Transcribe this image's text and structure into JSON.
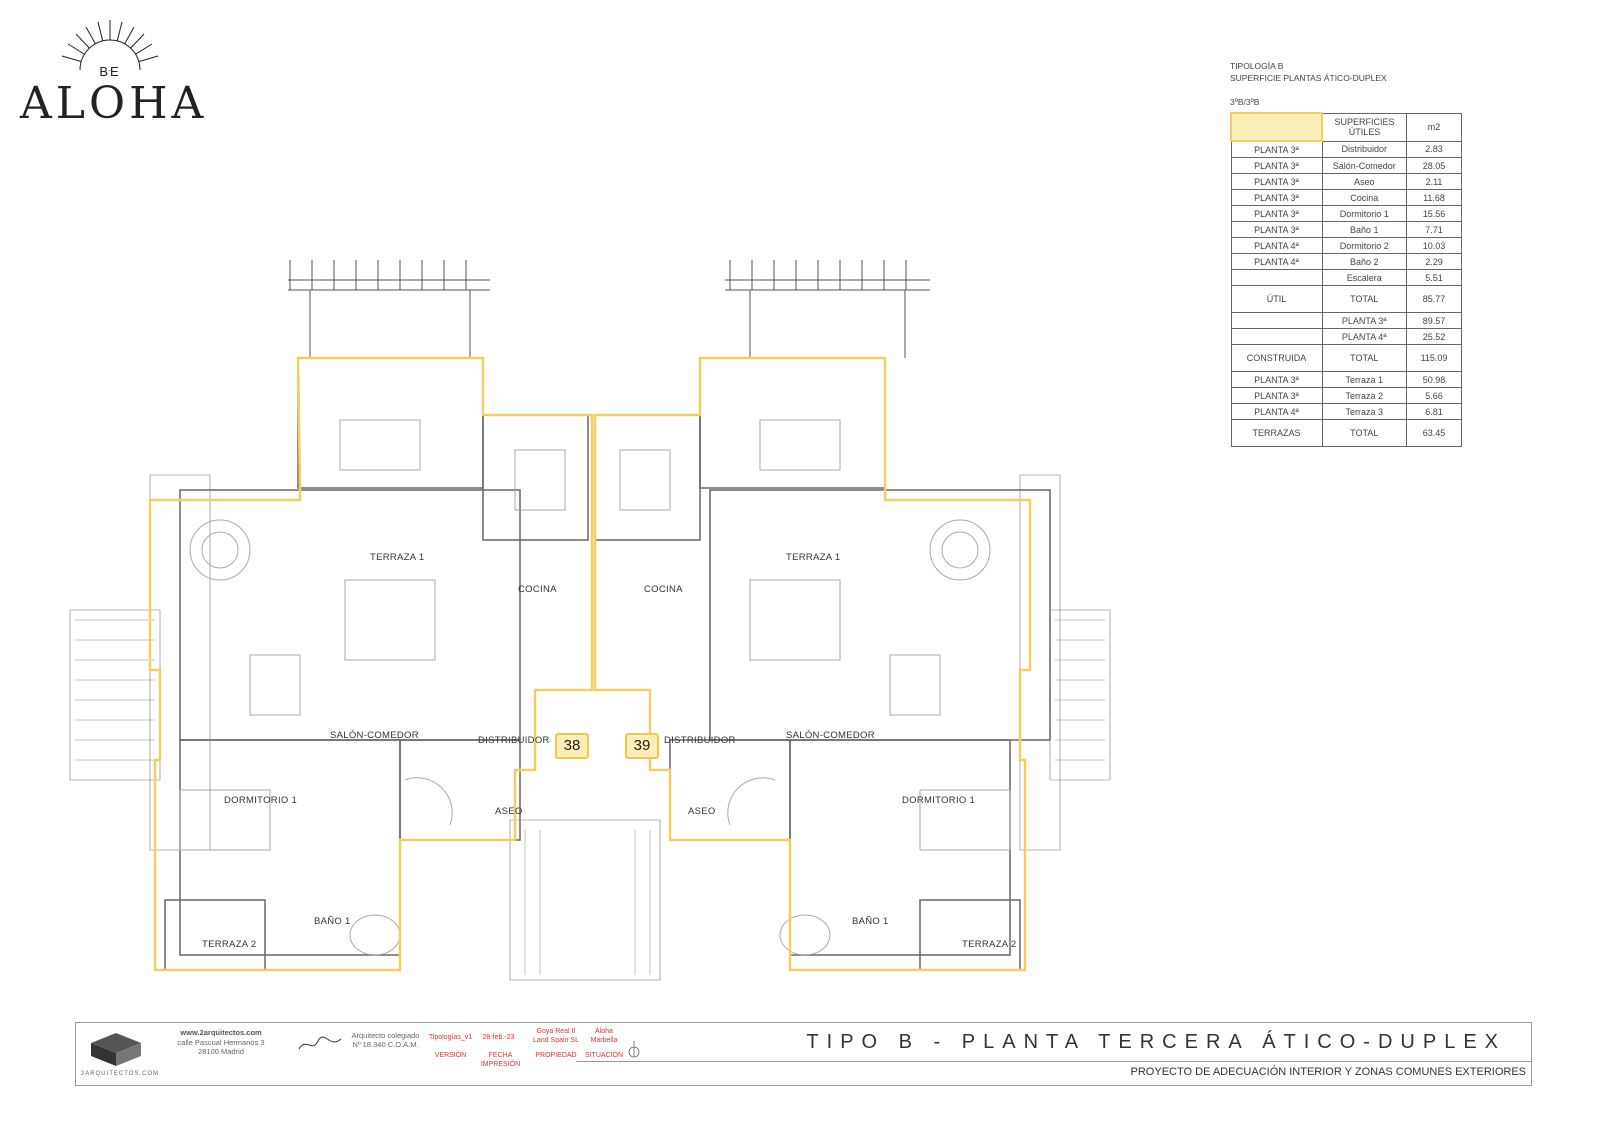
{
  "logo": {
    "be": "BE",
    "name": "ALOHA"
  },
  "typology": {
    "line1": "TIPOLOGÍA B",
    "line2": "SUPERFICIE PLANTAS ÁTICO-DUPLEX",
    "units": "3ºB/3ºB"
  },
  "table": {
    "header": [
      "",
      "SUPERFICIES ÚTILES",
      "m2"
    ],
    "rows": [
      [
        "PLANTA 3ª",
        "Distribuidor",
        "2.83"
      ],
      [
        "PLANTA 3ª",
        "Salón-Comedor",
        "28.05"
      ],
      [
        "PLANTA 3ª",
        "Aseo",
        "2.11"
      ],
      [
        "PLANTA 3ª",
        "Cocina",
        "11.68"
      ],
      [
        "PLANTA 3ª",
        "Dormitorio 1",
        "15.56"
      ],
      [
        "PLANTA 3ª",
        "Baño 1",
        "7.71"
      ],
      [
        "PLANTA 4ª",
        "Dormitorio 2",
        "10.03"
      ],
      [
        "PLANTA 4ª",
        "Baño 2",
        "2.29"
      ],
      [
        "",
        "Escalera",
        "5.51"
      ],
      [
        "ÚTIL",
        "TOTAL",
        "85.77"
      ],
      [
        "",
        "PLANTA 3ª",
        "89.57"
      ],
      [
        "",
        "PLANTA 4ª",
        "25.52"
      ],
      [
        "CONSTRUIDA",
        "TOTAL",
        "115.09"
      ],
      [
        "PLANTA 3ª",
        "Terraza 1",
        "50.98"
      ],
      [
        "PLANTA 3ª",
        "Terraza 2",
        "5.66"
      ],
      [
        "PLANTA 4ª",
        "Terraza 3",
        "6.81"
      ],
      [
        "TERRAZAS",
        "TOTAL",
        "63.45"
      ]
    ],
    "highlight_color": "#fbeeb8"
  },
  "plan": {
    "rooms_left": {
      "terraza1": "TERRAZA 1",
      "cocina": "COCINA",
      "salon": "SALÓN-COMEDOR",
      "distribuidor": "DISTRIBUIDOR",
      "dormitorio1": "DORMITORIO 1",
      "aseo": "ASEO",
      "bano1": "BAÑO 1",
      "terraza2": "TERRAZA 2"
    },
    "rooms_right": {
      "terraza1": "TERRAZA 1",
      "cocina": "COCINA",
      "salon": "SALÓN-COMEDOR",
      "distribuidor": "DISTRIBUIDOR",
      "dormitorio1": "DORMITORIO 1",
      "aseo": "ASEO",
      "bano1": "BAÑO 1",
      "terraza2": "TERRAZA 2"
    },
    "unit_left": "38",
    "unit_right": "39",
    "outline_color": "#f3cf62"
  },
  "titleblock": {
    "web": "www.2arquitectos.com",
    "address1": "calle Pascual Hermanos 3",
    "address2": "28100 Madrid",
    "brand": "2ARQUITECTOS.COM",
    "architect1": "Arquitecto colegiado",
    "architect2": "Nº 18.340 C.O.A.M.",
    "version_val": "Tipologías_v1",
    "version_lbl": "VERSIÓN",
    "date_val": "28-feb.-23",
    "date_lbl": "FECHA IMPRESIÓN",
    "owner_val1": "Goya Real II",
    "owner_val2": "Land Spain SL",
    "owner_lbl": "PROPIEDAD",
    "place_val1": "Aloha",
    "place_val2": "Marbella",
    "place_lbl": "SITUACIÓN",
    "title": "TIPO B - PLANTA TERCERA ÁTICO-DUPLEX",
    "subtitle": "PROYECTO DE ADECUACIÓN INTERIOR Y ZONAS COMUNES EXTERIORES"
  }
}
